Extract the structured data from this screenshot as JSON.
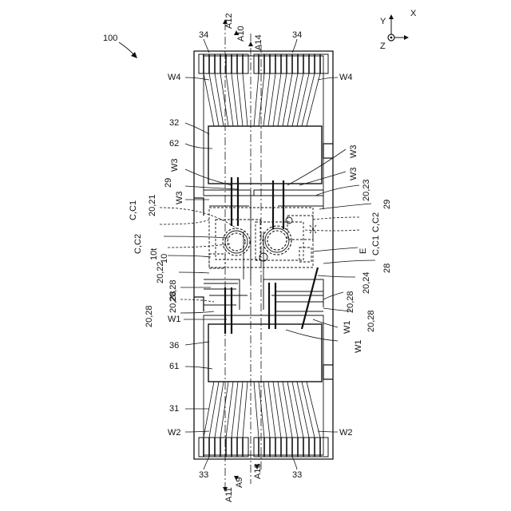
{
  "figure": {
    "ref_main": "100",
    "axes": {
      "x": "X",
      "y": "Y",
      "z": "Z"
    },
    "section_labels": {
      "a12": "A12",
      "a10": "A10",
      "a14": "A14",
      "a11": "A11",
      "a9": "A9",
      "a13": "A13"
    },
    "left_labels": [
      {
        "id": "w4",
        "text": "W4"
      },
      {
        "id": "32",
        "text": "32"
      },
      {
        "id": "62",
        "text": "62"
      },
      {
        "id": "w3a",
        "text": "W3"
      },
      {
        "id": "29a",
        "text": "29"
      },
      {
        "id": "w3b",
        "text": "W3"
      },
      {
        "id": "c_c1",
        "text": "C,C1"
      },
      {
        "id": "20_21",
        "text": "20,21"
      },
      {
        "id": "c_c2",
        "text": "C,C2"
      },
      {
        "id": "10t",
        "text": "10t"
      },
      {
        "id": "10",
        "text": "10"
      },
      {
        "id": "20_22",
        "text": "20,22"
      },
      {
        "id": "20_28a",
        "text": "20,28"
      },
      {
        "id": "20_28b",
        "text": "20,28"
      },
      {
        "id": "20_28c",
        "text": "20,28"
      },
      {
        "id": "w1",
        "text": "W1"
      },
      {
        "id": "36",
        "text": "36"
      },
      {
        "id": "61",
        "text": "61"
      },
      {
        "id": "31",
        "text": "31"
      },
      {
        "id": "w2",
        "text": "W2"
      }
    ],
    "right_labels": [
      {
        "id": "w4",
        "text": "W4"
      },
      {
        "id": "w3a",
        "text": "W3"
      },
      {
        "id": "w3b",
        "text": "W3"
      },
      {
        "id": "20_23",
        "text": "20,23"
      },
      {
        "id": "29",
        "text": "29"
      },
      {
        "id": "c_c2",
        "text": "C,C2"
      },
      {
        "id": "c_c1",
        "text": "C,C1"
      },
      {
        "id": "e",
        "text": "E"
      },
      {
        "id": "28",
        "text": "28"
      },
      {
        "id": "20_24",
        "text": "20,24"
      },
      {
        "id": "20_28a",
        "text": "20,28"
      },
      {
        "id": "20_28b",
        "text": "20,28"
      },
      {
        "id": "w1a",
        "text": "W1"
      },
      {
        "id": "w1b",
        "text": "W1"
      },
      {
        "id": "w2",
        "text": "W2"
      }
    ],
    "top_labels": [
      "34",
      "34"
    ],
    "bottom_labels": [
      "33",
      "33"
    ]
  }
}
